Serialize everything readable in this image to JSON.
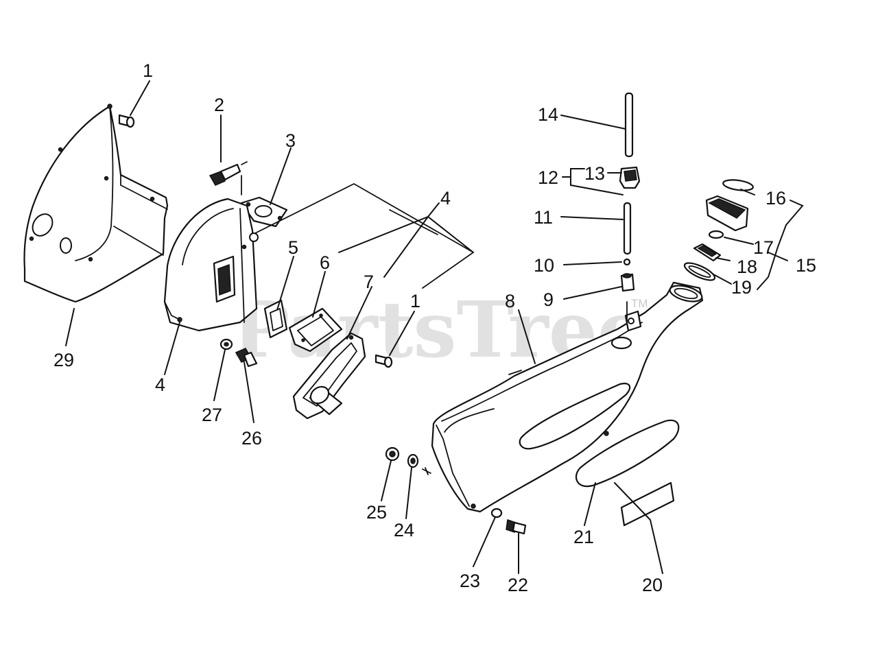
{
  "diagram": {
    "callouts": [
      {
        "num": "1",
        "leader": "1-shroud-screw"
      },
      {
        "num": "2",
        "leader": "2"
      },
      {
        "num": "3",
        "leader": "3"
      },
      {
        "num": "4",
        "leader": "4-right"
      },
      {
        "num": "4",
        "leader": "4-left"
      },
      {
        "num": "5",
        "leader": "5"
      },
      {
        "num": "6",
        "leader": "6"
      },
      {
        "num": "7",
        "leader": "7"
      },
      {
        "num": "1",
        "leader": "1-mid-screw"
      },
      {
        "num": "8",
        "leader": "8"
      },
      {
        "num": "9",
        "leader": "9"
      },
      {
        "num": "10",
        "leader": "10"
      },
      {
        "num": "11",
        "leader": "11"
      },
      {
        "num": "12",
        "leader": "12"
      },
      {
        "num": "13",
        "leader": "13"
      },
      {
        "num": "14",
        "leader": "14"
      },
      {
        "num": "15",
        "leader": "15"
      },
      {
        "num": "16",
        "leader": "16"
      },
      {
        "num": "17",
        "leader": "17"
      },
      {
        "num": "18",
        "leader": "18"
      },
      {
        "num": "19",
        "leader": "19"
      },
      {
        "num": "20",
        "leader": "20"
      },
      {
        "num": "21",
        "leader": "21"
      },
      {
        "num": "22",
        "leader": "22"
      },
      {
        "num": "23",
        "leader": "23"
      },
      {
        "num": "24",
        "leader": "24"
      },
      {
        "num": "25",
        "leader": "25"
      },
      {
        "num": "26",
        "leader": "26"
      },
      {
        "num": "27",
        "leader": "27"
      },
      {
        "num": "29",
        "leader": "29"
      }
    ]
  },
  "watermark": {
    "text": "PartsTree",
    "trademark": "TM"
  }
}
